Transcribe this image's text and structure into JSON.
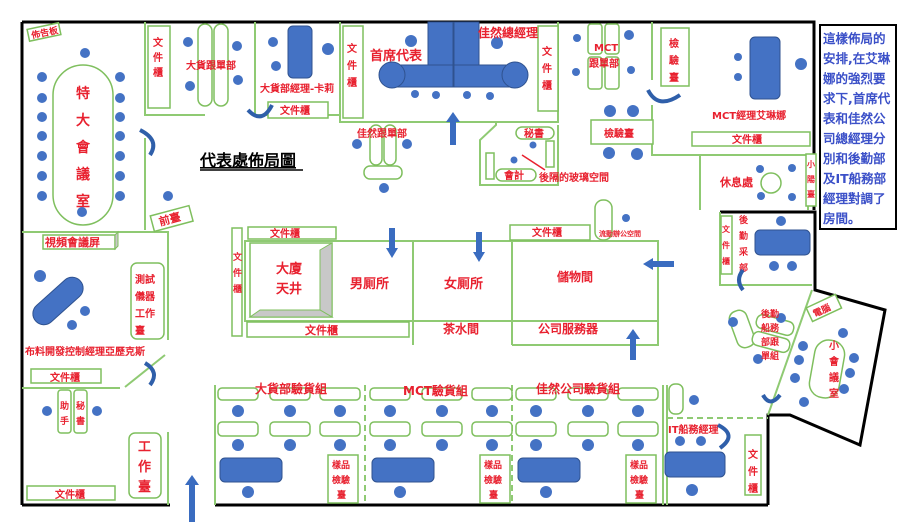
{
  "title": "代表處佈局圖",
  "note": "這樣佈局的安排,在艾琳娜的強烈要求下,首席代表和佳然公司總經理分別和後勤部及IT船務部經理對調了房間。",
  "colors": {
    "label": "#e8212f",
    "furniture": "#4472c4",
    "walls": "#000000",
    "partitions": "#8fca73",
    "note_text": "#3b50c8"
  },
  "labels": {
    "bulletin_board": "佈告板",
    "big_meeting_room": "特大會議室",
    "video_screen": "視頻會議屏",
    "front_desk": "前臺",
    "cabinet": "文件櫃",
    "dahuo_followup": "大貨跟單部",
    "dahuo_manager": "大貨部經理-卡莉",
    "chief_rep": "首席代表",
    "jiaran_gm": "佳然總經理",
    "jiaran_followup": "佳然跟單部",
    "secretary": "秘書",
    "accountant": "會計",
    "glass_space": "後隔的玻璃空間",
    "mct_followup_1": "MCT",
    "mct_followup_2": "跟單部",
    "inspection_table_v": "檢驗臺",
    "inspection_table": "檢驗臺",
    "mct_manager": "MCT經理艾琳娜",
    "lounge": "休息處",
    "small_meeting_v": "小會議室",
    "logistics_purchase": "後勤采部",
    "test_bench": "測試儀器工作臺",
    "fabric_manager": "布料開發控制經理亞歷克斯",
    "atrium_1": "大廈",
    "atrium_2": "天井",
    "mens_restroom": "男厠所",
    "womens_restroom": "女厠所",
    "tea_room": "茶水間",
    "storage": "儲物間",
    "server": "公司服務器",
    "mobile_office": "流動辦公空間",
    "logistics_shipping_1": "後勤",
    "logistics_shipping_2": "船務",
    "logistics_shipping_3": "部跟",
    "logistics_shipping_4": "單組",
    "computer": "電腦",
    "small_meeting": "小會議室",
    "assistant": "助手",
    "secretary2": "秘書",
    "workbench": "工作臺",
    "dahuo_qc": "大貨部驗貨組",
    "mct_qc": "MCT驗貨組",
    "jiaran_qc": "佳然公司驗貨組",
    "sample_table": "樣品檢驗臺",
    "it_shipping_manager": "IT船務經理"
  }
}
